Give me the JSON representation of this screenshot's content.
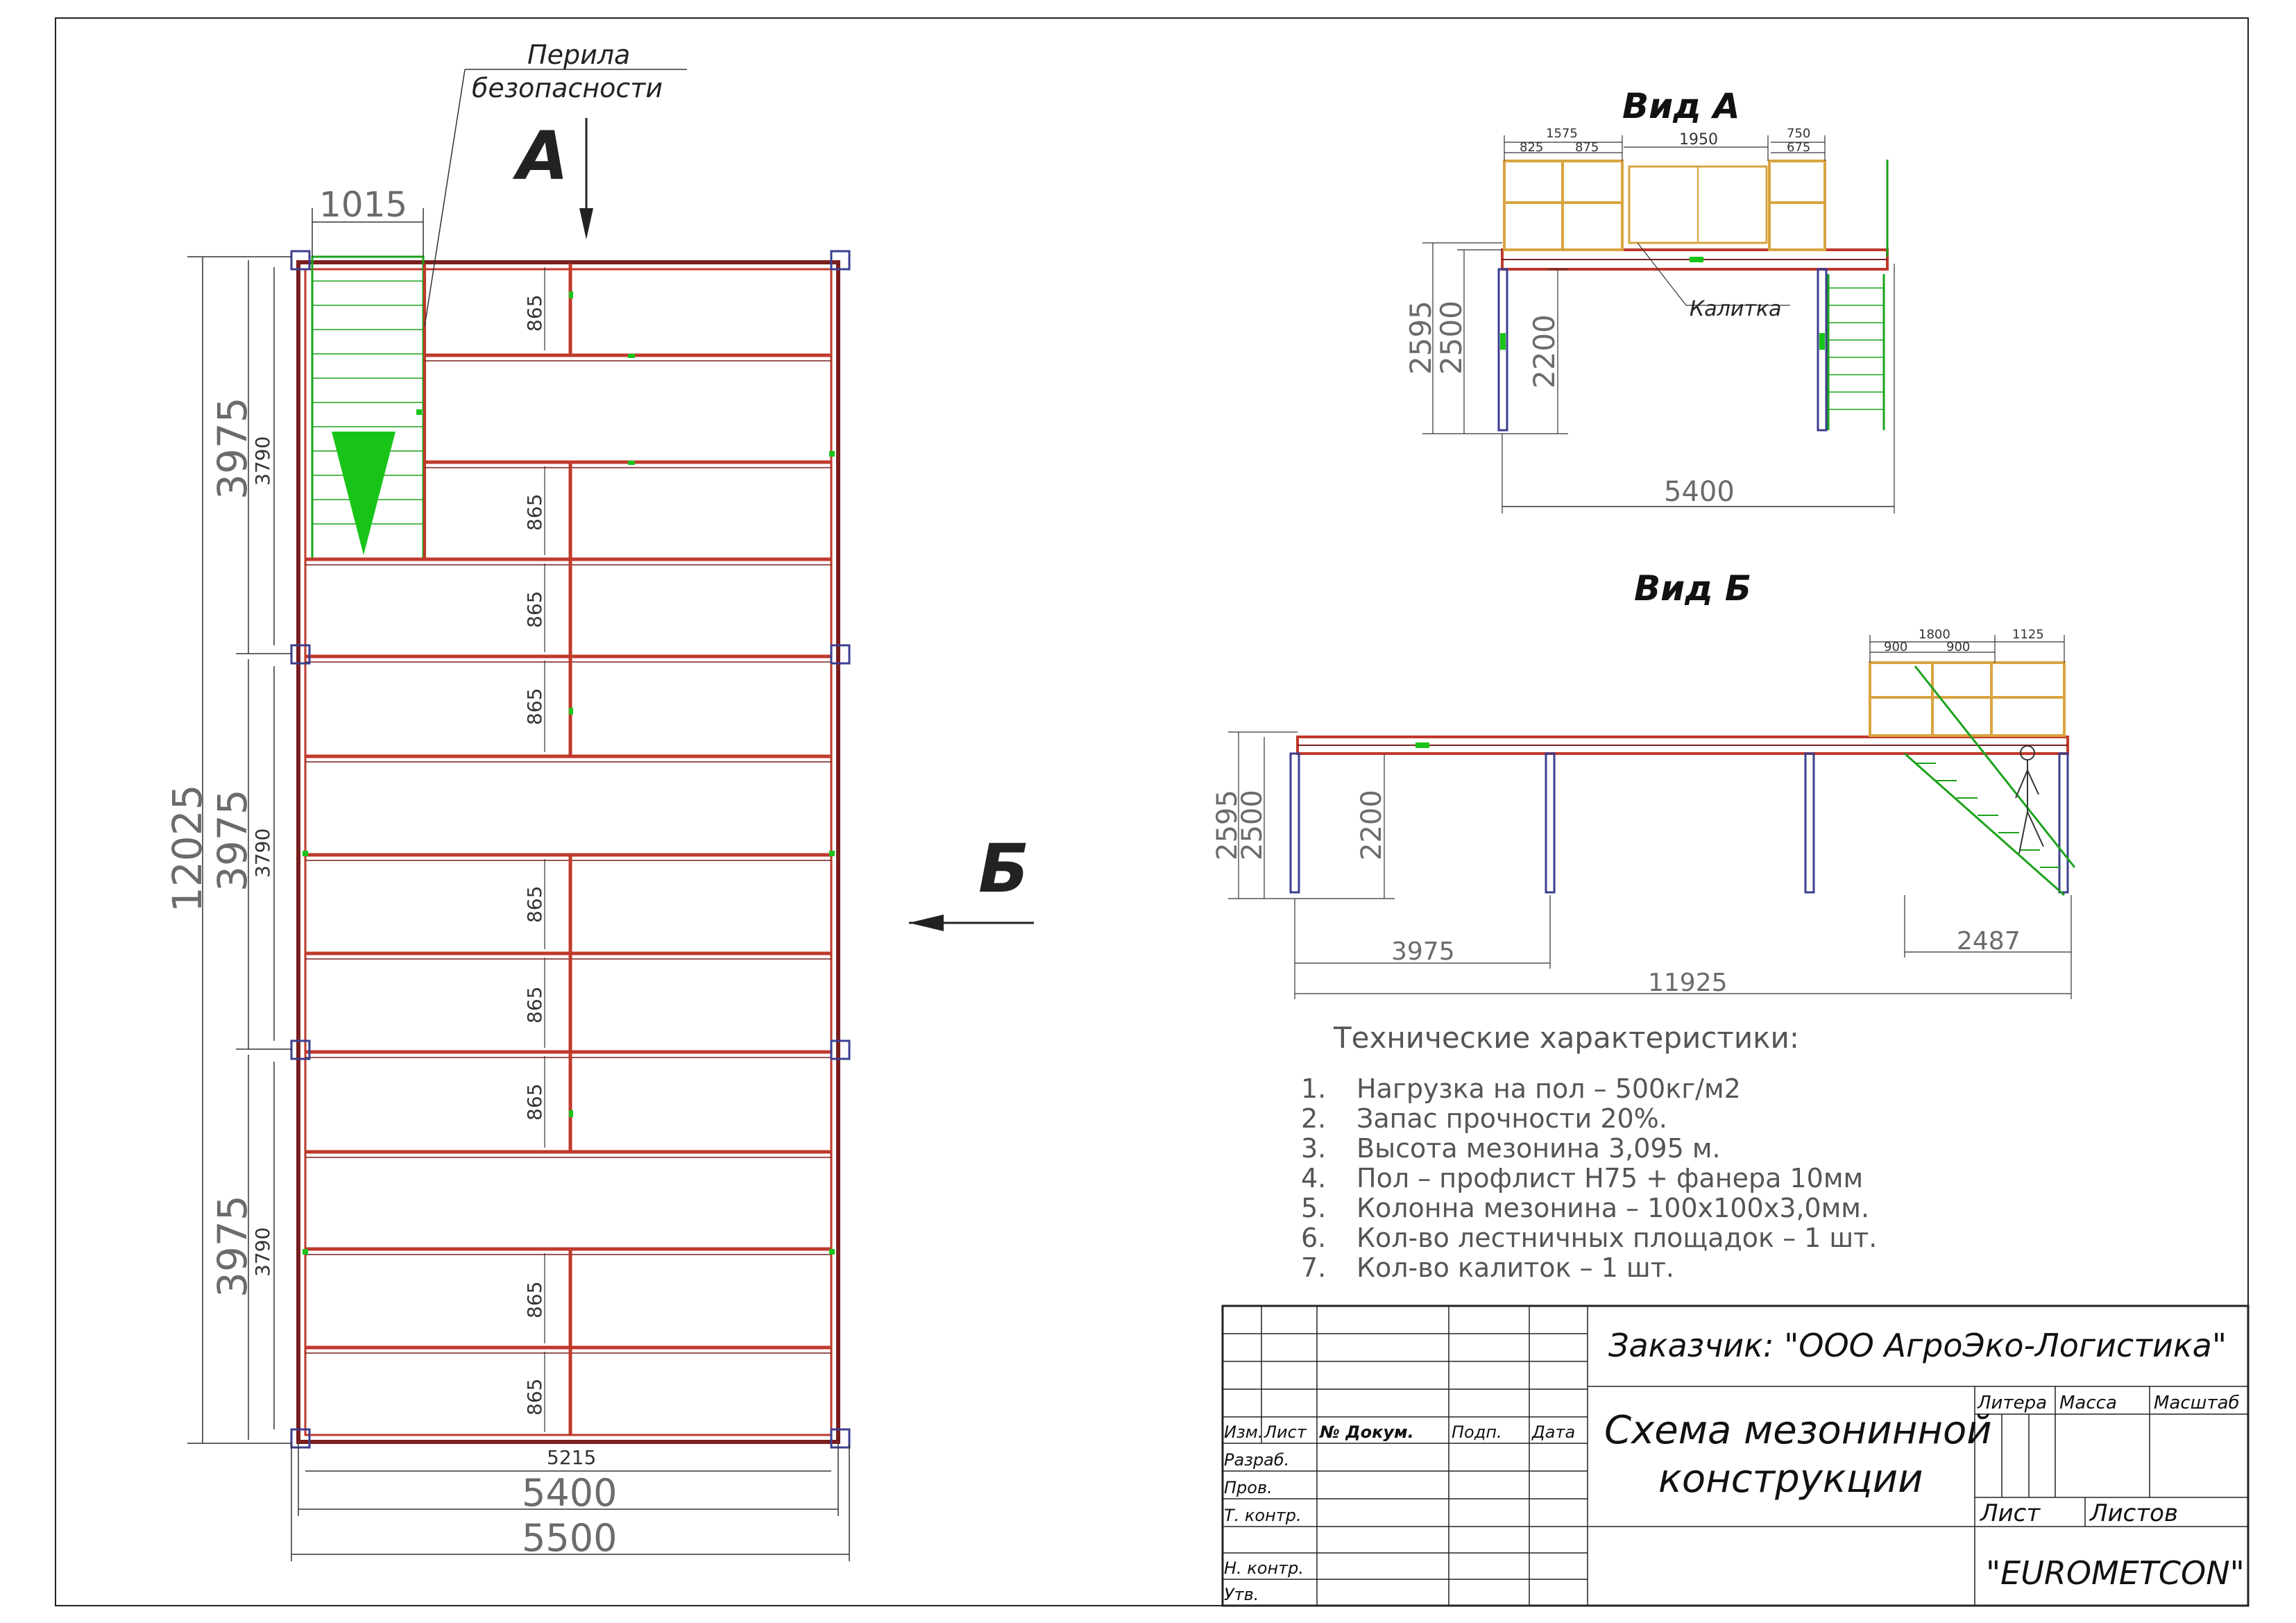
{
  "plan": {
    "railing_label_1": "Перила",
    "railing_label_2": "безопасности",
    "arrow_a": "А",
    "arrow_b": "Б",
    "dim_stair_width": "1015",
    "dim_total_length": "12025",
    "dim_bay_outer": [
      "3975",
      "3975",
      "3975"
    ],
    "dim_bay_inner": [
      "3790",
      "3790",
      "3790"
    ],
    "dim_joist_spacing": "865",
    "dim_width_inner": "5215",
    "dim_width_mid": "5400",
    "dim_width_outer": "5500"
  },
  "view_a": {
    "title": "Вид А",
    "dim_top": [
      "1575",
      "825",
      "875",
      "1950",
      "750",
      "675"
    ],
    "dim_height_total": "2595",
    "dim_height_deck": "2500",
    "dim_clear": "2200",
    "dim_width": "5400",
    "gate_label": "Калитка"
  },
  "view_b": {
    "title": "Вид Б",
    "dim_top": [
      "1800",
      "900",
      "900",
      "1125"
    ],
    "dim_height_total": "2595",
    "dim_height_deck": "2500",
    "dim_clear": "2200",
    "dim_bay": "3975",
    "dim_stair": "2487",
    "dim_length": "11925"
  },
  "specs": {
    "title": "Технические характеристики:",
    "items": [
      {
        "num": "1.",
        "text": "Нагрузка на пол – 500кг/м2"
      },
      {
        "num": "2.",
        "text": "Запас прочности 20%."
      },
      {
        "num": "3.",
        "text": "Высота мезонина 3,095 м."
      },
      {
        "num": "4.",
        "text": "Пол – профлист Н75 + фанера 10мм"
      },
      {
        "num": "5.",
        "text": "Колонна мезонина – 100х100х3,0мм."
      },
      {
        "num": "6.",
        "text": "Кол-во лестничных площадок – 1 шт."
      },
      {
        "num": "7.",
        "text": "Кол-во калиток – 1 шт."
      }
    ]
  },
  "title_block": {
    "customer": "Заказчик: \"ООО АгроЭко-Логистика\"",
    "drawing_title_1": "Схема мезонинной",
    "drawing_title_2": "конструкции",
    "col_izm": "Изм.",
    "col_list": "Лист",
    "col_doc": "№ Докум.",
    "col_sign": "Подп.",
    "col_date": "Дата",
    "row_razrab": "Разраб.",
    "row_prov": "Пров.",
    "row_tkontr": "Т. контр.",
    "row_nkontr": "Н. контр.",
    "row_utv": "Утв.",
    "litera": "Литера",
    "massa": "Масса",
    "masshtab": "Масштаб",
    "sheet": "Лист",
    "sheets": "Листов",
    "company": "\"EUROMETCON\""
  },
  "colors": {
    "frame": "#7a1f1f",
    "beam": "#c0392b",
    "column": "#3b3f8f",
    "stair": "#1aa31a",
    "railing": "#d9a441",
    "dimension": "#333333"
  }
}
